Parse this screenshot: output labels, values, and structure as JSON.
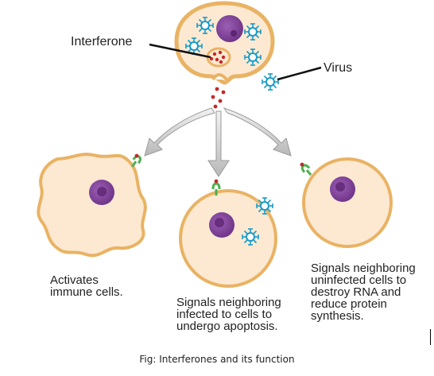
{
  "labels": {
    "interferone": "Interferone",
    "virus": "Virus",
    "left_caption": "Activates\nimmune cells.",
    "middle_caption": "Signals neighboring\ninfected to cells to\nundergo apoptosis.",
    "right_caption": "Signals neighboring\nuninfected cells to\ndestroy RNA and\nreduce protein\nsynthesis."
  },
  "figure_caption": "Fig: Interferones and its function",
  "colors": {
    "cell_fill": "#fde9d2",
    "cell_border": "#e9b364",
    "nucleus": "#7e3f95",
    "virus": "#1a9bc9",
    "interferon_dot": "#c62828",
    "receptor": "#4caf50",
    "arrow": "#c9c9c9"
  }
}
